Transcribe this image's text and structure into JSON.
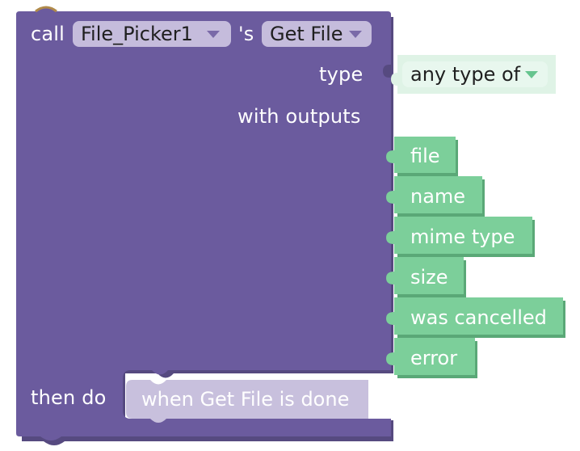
{
  "block": {
    "call_label": "call",
    "component": "File_Picker1",
    "possessive": "'s",
    "method": "Get File",
    "type_label": "type",
    "type_value": "any type of",
    "with_outputs_label": "with outputs",
    "then_do_label": "then do",
    "then_do_statement": "when Get File is done"
  },
  "outputs": [
    "file",
    "name",
    "mime type",
    "size",
    "was cancelled",
    "error"
  ],
  "colors": {
    "procedure_block": "#6b5b9e",
    "procedure_block_dark": "#564a80",
    "procedure_dropdown": "#c5bcdc",
    "output_block": "#7ccf9a",
    "output_block_dark": "#5aa877",
    "type_block": "#dff3e6",
    "statement_block": "#c8c0dd"
  }
}
